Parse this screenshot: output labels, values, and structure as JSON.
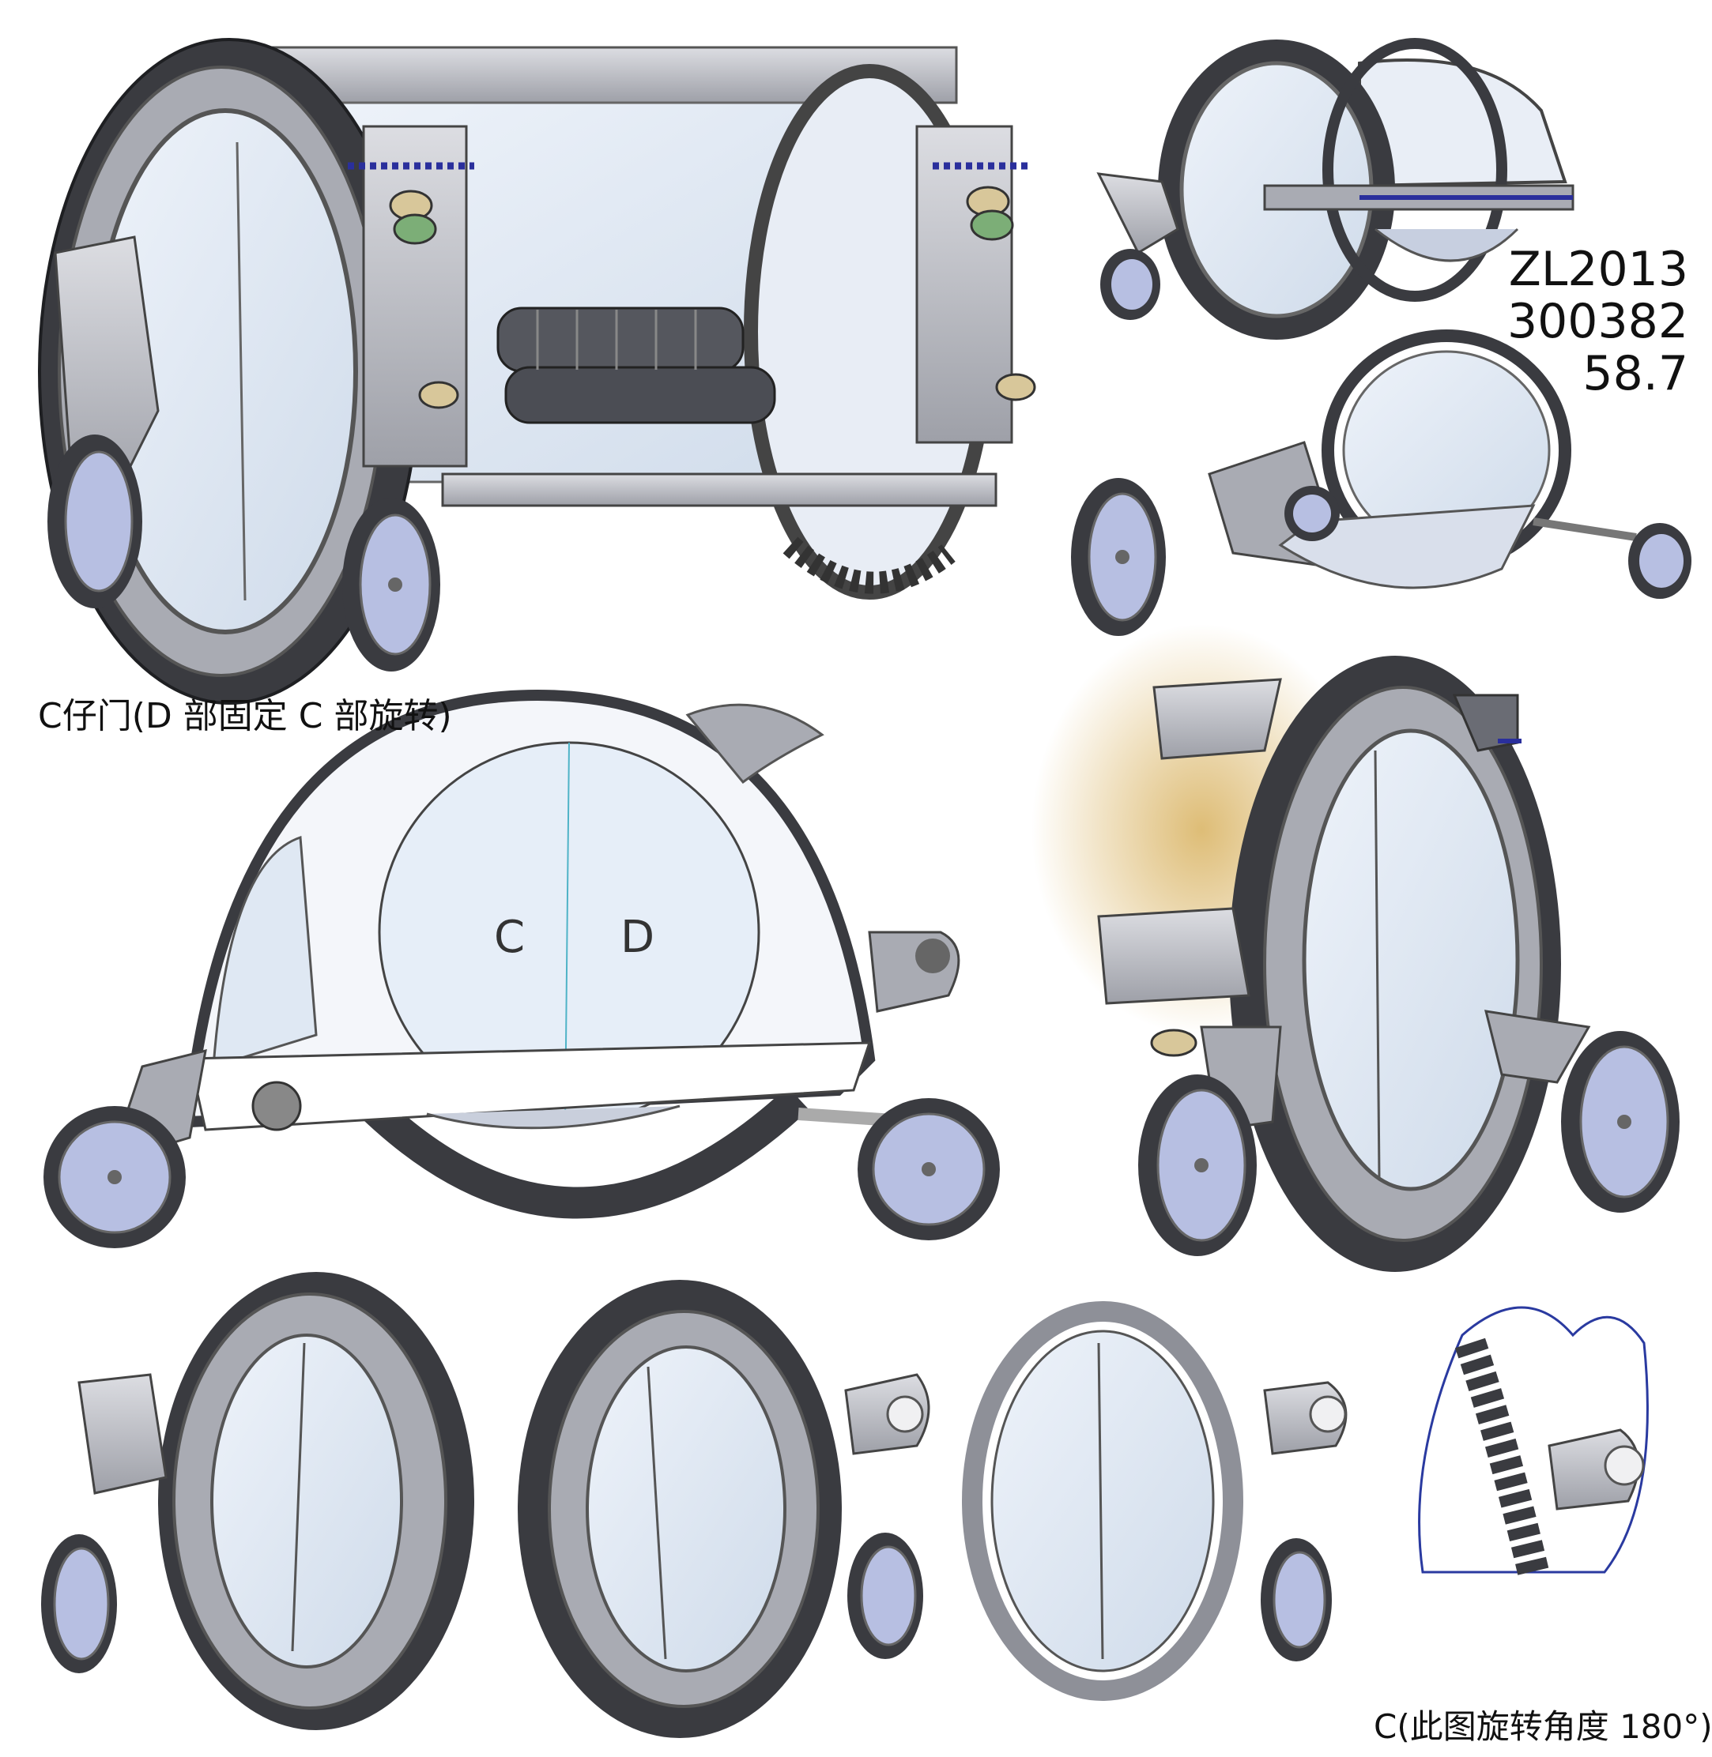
{
  "captions": {
    "cdoor": "C仔门(D 部固定 C 部旋转)",
    "cd_left": "C",
    "cd_right": "D",
    "rotation": "C(此图旋转角度 180°)"
  },
  "code_lines": [
    "ZL2013",
    "300382",
    "58.7"
  ],
  "colors": {
    "metal": "#c4c6cc",
    "metal_dark": "#8e9098",
    "tire": "#3a3b40",
    "glass": "#dfe8f3",
    "wheel": "#b7bfe2",
    "hub": "#9aa3cf",
    "accent_blue": "#2a2f9c",
    "lamp_green": "#7cae77",
    "lamp_tan": "#d8c79a",
    "glow": "#d8b15e"
  }
}
